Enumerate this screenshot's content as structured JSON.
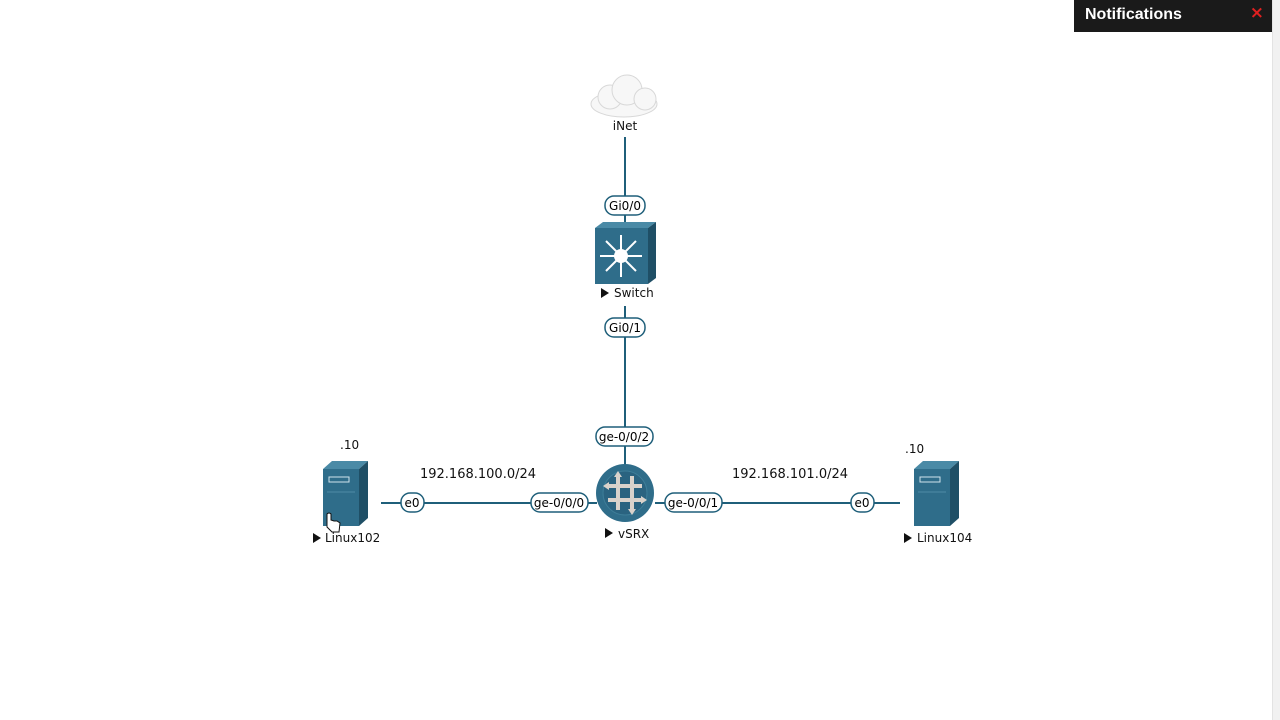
{
  "notifications": {
    "title": "Notifications",
    "close_icon": "×"
  },
  "topology": {
    "nodes": {
      "inet": {
        "name": "iNet",
        "icon": "cloud-icon"
      },
      "switch": {
        "name": "Switch",
        "icon": "switch-icon"
      },
      "vsrx": {
        "name": "vSRX",
        "icon": "firewall-router-icon"
      },
      "linux102": {
        "name": "Linux102",
        "icon": "server-icon",
        "ip_suffix": ".10"
      },
      "linux104": {
        "name": "Linux104",
        "icon": "server-icon",
        "ip_suffix": ".10"
      }
    },
    "ports": {
      "switch_gi00": "Gi0/0",
      "switch_gi01": "Gi0/1",
      "vsrx_ge002": "ge-0/0/2",
      "vsrx_ge000": "ge-0/0/0",
      "vsrx_ge001": "ge-0/0/1",
      "linux102_e0": "e0",
      "linux104_e0": "e0"
    },
    "networks": {
      "left": "192.168.100.0/24",
      "right": "192.168.101.0/24"
    },
    "colors": {
      "link": "#1f5f7a",
      "device": "#2f6d8a"
    }
  }
}
